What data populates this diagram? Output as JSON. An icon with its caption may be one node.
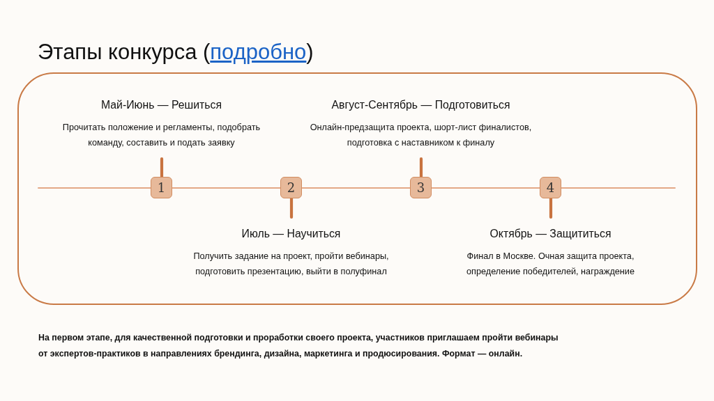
{
  "diagram": {
    "title": "Этапы конкурса (подробно)",
    "nodes": [
      {
        "text": [],
        "shape": "box"
      },
      {
        "text": [
          "Май-Июнь — Решиться",
          "Прочитать положение и регламенты, подобрать команду, составить и подать заявку"
        ],
        "in": 0
      },
      {
        "text": [
          "Август-Сентябрь — Подготовиться",
          "Онлайн-предзащита проекта, шорт-лист финалистов, подготовка с наставником к финалу"
        ],
        "in": 0
      },
      {
        "text": [
          "1"
        ],
        "in": 0
      },
      {
        "text": [
          "2"
        ],
        "in": 0
      },
      {
        "text": [
          "3"
        ],
        "in": 0
      },
      {
        "text": [
          "4"
        ],
        "in": 0
      },
      {
        "text": [
          "Июль — Научиться",
          "Получить задание на проект, пройти вебинары, подготовить презентацию, выйти в полуфинал"
        ],
        "in": 0
      },
      {
        "text": [
          "Октябрь — Защититься",
          "Финал в Москве. Очная защита проекта, определение победителей, награждение"
        ],
        "in": 0
      }
    ],
    "edges": [
      {
        "from": null,
        "to": 3,
        "arrow": "none"
      },
      {
        "from": 3,
        "to": 4,
        "arrow": "none"
      },
      {
        "from": 4,
        "to": 5,
        "arrow": "none"
      },
      {
        "from": 5,
        "to": 6,
        "arrow": "none"
      },
      {
        "from": 6,
        "to": null,
        "arrow": "none"
      },
      {
        "from": 3,
        "to": 1,
        "arrow": "none",
        "style": "thick",
        "color": "#c8733f"
      },
      {
        "from": 4,
        "to": 7,
        "arrow": "none",
        "style": "thick",
        "color": "#c8733f"
      },
      {
        "from": 5,
        "to": 2,
        "arrow": "none",
        "style": "thick",
        "color": "#c8733f"
      },
      {
        "from": 6,
        "to": 8,
        "arrow": "none",
        "style": "thick",
        "color": "#c8733f"
      }
    ],
    "labels": [
      "На первом этапе, для качественной подготовки и проработки своего проекта, участников приглашаем пройти вебинары от экспертов-практиков в направлениях брендинга, дизайна, маркетинга и продюсирования. Формат — онлайн."
    ]
  }
}
